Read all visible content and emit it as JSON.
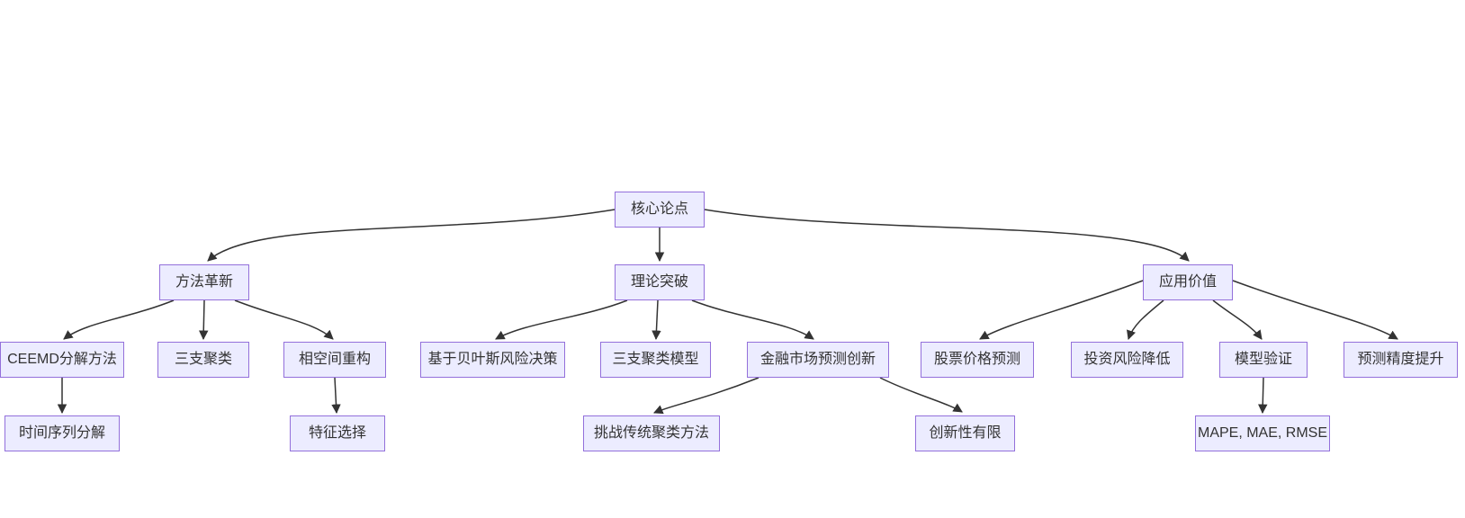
{
  "diagram": {
    "type": "flowchart",
    "direction": "top-down",
    "colors": {
      "background": "#ffffff",
      "node_fill": "#ECECFF",
      "node_border": "#9370DB",
      "edge": "#333333",
      "text": "#333333"
    },
    "nodes": [
      {
        "id": "core",
        "label": "核心论点"
      },
      {
        "id": "method",
        "label": "方法革新"
      },
      {
        "id": "theory",
        "label": "理论突破"
      },
      {
        "id": "application",
        "label": "应用价值"
      },
      {
        "id": "ceemd",
        "label": "CEEMD分解方法"
      },
      {
        "id": "three_way",
        "label": "三支聚类"
      },
      {
        "id": "phase_space",
        "label": "相空间重构"
      },
      {
        "id": "bayesian",
        "label": "基于贝叶斯风险决策"
      },
      {
        "id": "three_way_model",
        "label": "三支聚类模型"
      },
      {
        "id": "financial",
        "label": "金融市场预测创新"
      },
      {
        "id": "stock",
        "label": "股票价格预测"
      },
      {
        "id": "risk",
        "label": "投资风险降低"
      },
      {
        "id": "validation",
        "label": "模型验证"
      },
      {
        "id": "accuracy",
        "label": "预测精度提升"
      },
      {
        "id": "time_series",
        "label": "时间序列分解"
      },
      {
        "id": "feature",
        "label": "特征选择"
      },
      {
        "id": "challenge",
        "label": "挑战传统聚类方法"
      },
      {
        "id": "limited",
        "label": "创新性有限"
      },
      {
        "id": "metrics",
        "label": "MAPE, MAE, RMSE"
      }
    ],
    "edges": [
      {
        "from": "core",
        "to": "method"
      },
      {
        "from": "core",
        "to": "theory"
      },
      {
        "from": "core",
        "to": "application"
      },
      {
        "from": "method",
        "to": "ceemd"
      },
      {
        "from": "method",
        "to": "three_way"
      },
      {
        "from": "method",
        "to": "phase_space"
      },
      {
        "from": "ceemd",
        "to": "time_series"
      },
      {
        "from": "phase_space",
        "to": "feature"
      },
      {
        "from": "theory",
        "to": "bayesian"
      },
      {
        "from": "theory",
        "to": "three_way_model"
      },
      {
        "from": "theory",
        "to": "financial"
      },
      {
        "from": "financial",
        "to": "challenge"
      },
      {
        "from": "financial",
        "to": "limited"
      },
      {
        "from": "application",
        "to": "stock"
      },
      {
        "from": "application",
        "to": "risk"
      },
      {
        "from": "application",
        "to": "validation"
      },
      {
        "from": "application",
        "to": "accuracy"
      },
      {
        "from": "validation",
        "to": "metrics"
      }
    ]
  }
}
